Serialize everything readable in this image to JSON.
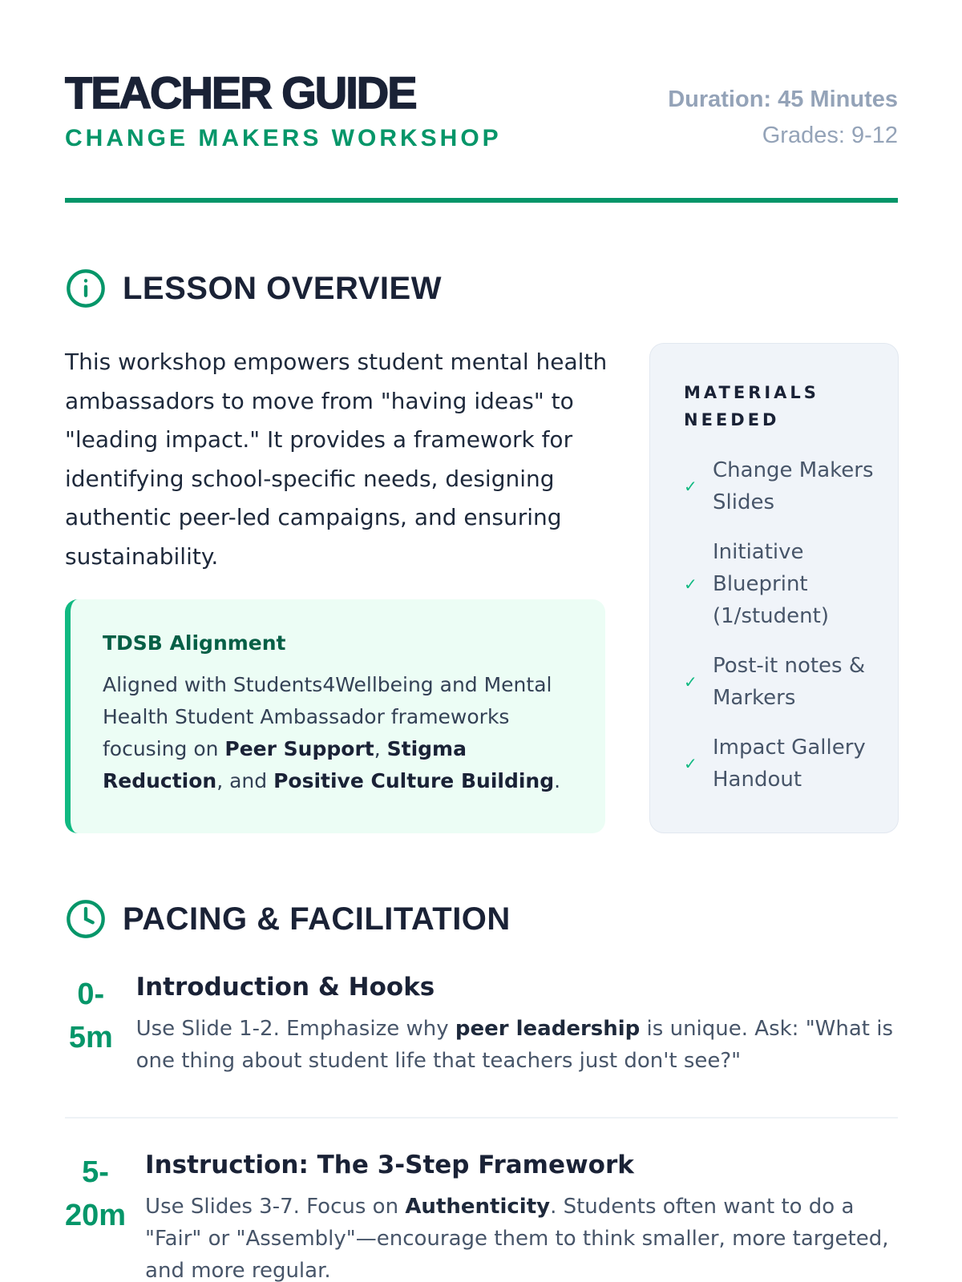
{
  "header": {
    "title": "TEACHER GUIDE",
    "subtitle": "CHANGE MAKERS WORKSHOP",
    "duration": "Duration: 45 Minutes",
    "grades": "Grades: 9-12"
  },
  "overview": {
    "heading": "LESSON OVERVIEW",
    "paragraph": "This workshop empowers student mental health ambassadors to move from \"having ideas\" to \"leading impact.\" It provides a framework for identifying school-specific needs, designing authentic peer-led campaigns, and ensuring sustainability.",
    "alignment": {
      "title": "TDSB Alignment",
      "t1": "Aligned with Students4Wellbeing and Mental Health Student Ambassador frameworks focusing on ",
      "b1": "Peer Support",
      "t2": ", ",
      "b2": "Stigma Reduction",
      "t3": ", and ",
      "b3": "Positive Culture Building",
      "t4": "."
    },
    "materials": {
      "heading": "MATERIALS NEEDED",
      "items": [
        "Change Makers Slides",
        "Initiative Blueprint (1/student)",
        "Post-it notes & Markers",
        "Impact Gallery Handout"
      ]
    }
  },
  "pacing": {
    "heading": "PACING & FACILITATION",
    "rows": [
      {
        "time": "0-5m",
        "title": "Introduction & Hooks",
        "t1": "Use Slide 1-2. Emphasize why ",
        "b1": "peer leadership",
        "t2": " is unique. Ask: \"What is one thing about student life that teachers just don't see?\""
      },
      {
        "time": "5-20m",
        "title": "Instruction: The 3-Step Framework",
        "t1": "Use Slides 3-7. Focus on ",
        "b1": "Authenticity",
        "t2": ". Students often want to do a \"Fair\" or \"Assembly\"—encourage them to think smaller, more targeted, and more regular."
      }
    ]
  },
  "colors": {
    "accent": "#059669",
    "light": "#ecfdf5",
    "dark": "#1a2236"
  }
}
